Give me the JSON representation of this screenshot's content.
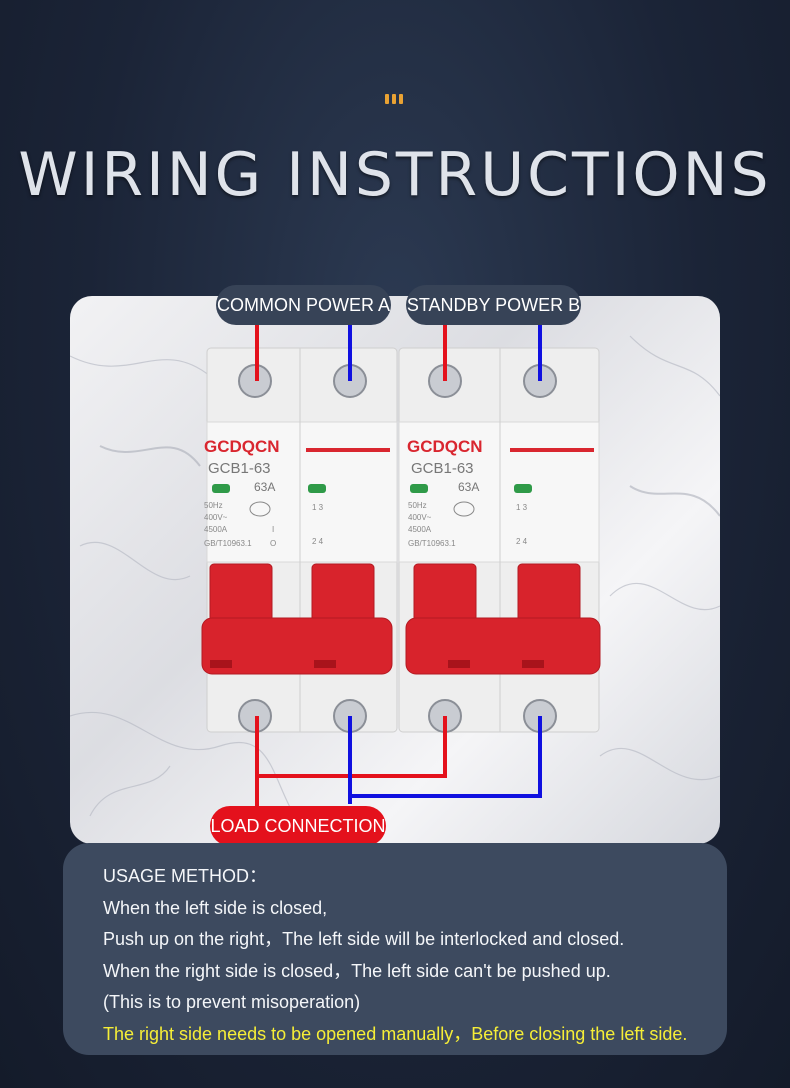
{
  "header": {
    "title": "WIRING INSTRUCTIONS"
  },
  "labels": {
    "common_power": "COMMON POWER A",
    "standby_power": "STANDBY POWER B",
    "load": "LOAD CONNECTION"
  },
  "breaker": {
    "brand": "GCDQCN",
    "model": "GCB1-63",
    "rating": "63A",
    "frequency": "50Hz",
    "voltage": "400V~",
    "breaking_capacity": "4500A",
    "standard": "GB/T10963.1",
    "terminals_top": "1   3",
    "terminals_bottom": "2   4",
    "on_mark": "I",
    "off_mark": "O"
  },
  "usage": {
    "heading": "USAGE METHOD：",
    "lines": [
      "When the left side is closed,",
      "Push up on the right，The left side will be interlocked and closed.",
      "When the right side is closed，The left side can't be pushed up.",
      "(This is to prevent misoperation)"
    ],
    "warning": "The right side needs to be opened manually，Before closing the left side."
  },
  "colors": {
    "accent": "#e9a233",
    "red_wire": "#e4111c",
    "blue_wire": "#1010e0",
    "panel": "#3d4a5f",
    "label": "#374357",
    "warning": "#f6ee37"
  }
}
